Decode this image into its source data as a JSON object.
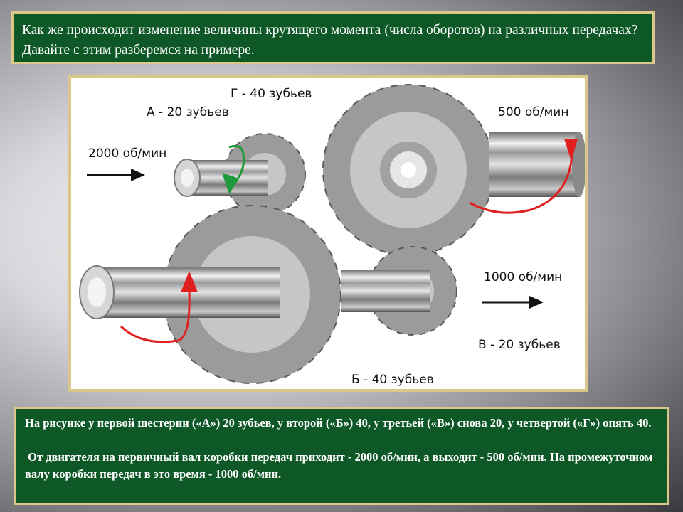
{
  "intro_text": "Как же происходит изменение величины крутящего момента (числа оборотов) на различных передачах? Давайте с этим разберемся на примере.",
  "figure": {
    "labels": {
      "gear_g": "Г - 40 зубьев",
      "gear_a": "А - 20 зубьев",
      "speed_in": "2000 об/мин",
      "speed_out": "500 об/мин",
      "speed_mid": "1000 об/мин",
      "gear_v": "В - 20 зубьев",
      "gear_b": "Б - 40 зубьев"
    },
    "colors": {
      "gear_body": "#9b9b9b",
      "gear_hub": "#c6c6c6",
      "rotation_red": "#e02020",
      "rotation_green": "#1f9a3a",
      "arrow": "#111111"
    },
    "icons": [
      "gear-icon",
      "shaft-icon",
      "rotation-arrow-icon",
      "direction-arrow-icon"
    ]
  },
  "explanation": {
    "paragraph1": "На рисунке  у первой шестерни («А») 20 зубьев, у второй («Б») 40, у третьей («В») снова 20, у четвертой («Г») опять 40.",
    "paragraph2": " От двигателя на первичный вал коробки передач приходит - 2000 об/мин, а выходит - 500 об/мин. На промежуточном валу коробки передач в это время - 1000 об/мин."
  }
}
